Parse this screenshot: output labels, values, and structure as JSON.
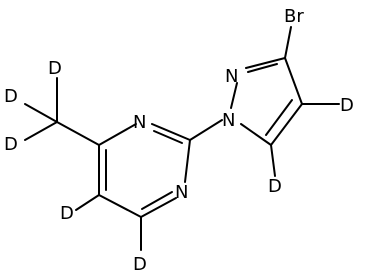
{
  "molecule": {
    "atoms": {
      "br": "Br",
      "n_pz_top": "N",
      "n_pz_sub": "N",
      "n_pym_top": "N",
      "n_pym_bot": "N",
      "d_pz_c4": "D",
      "d_pz_c5": "D",
      "d_methyl_top": "D",
      "d_methyl_left": "D",
      "d_methyl_low": "D",
      "d_pym_c5": "D",
      "d_pym_c6": "D"
    }
  }
}
